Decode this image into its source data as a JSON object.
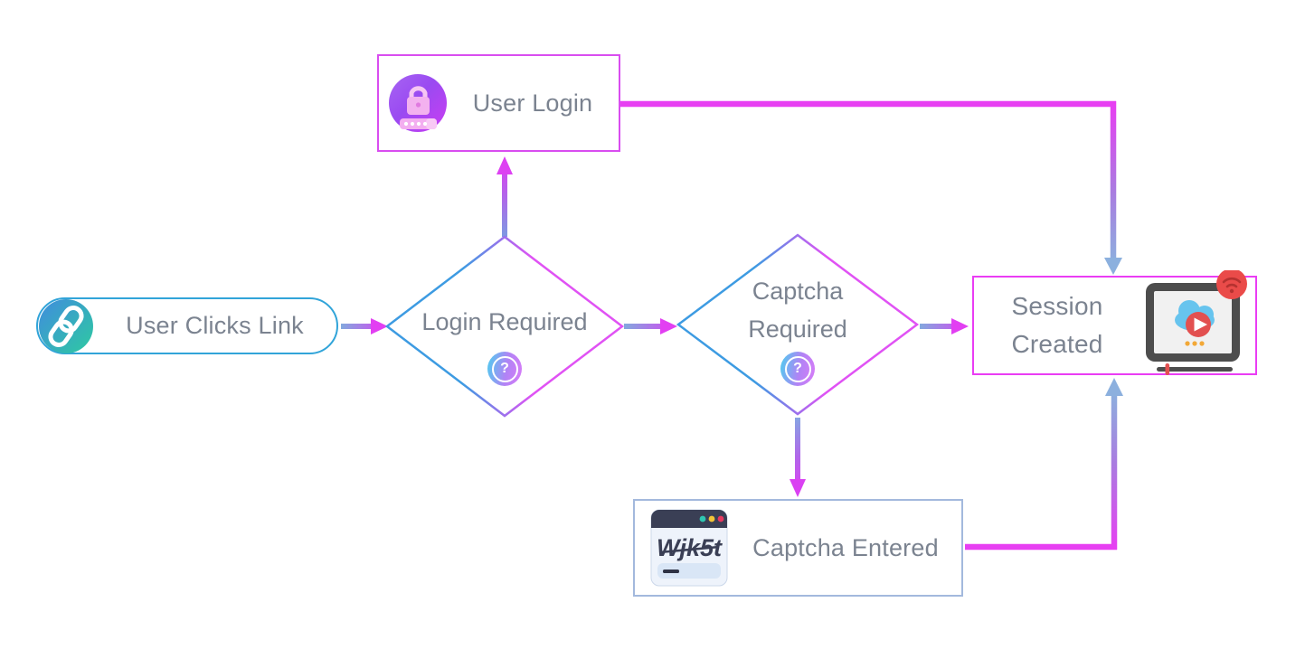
{
  "diagram": {
    "nodes": {
      "user_clicks_link": {
        "label": "User Clicks Link",
        "icon": "link-icon"
      },
      "user_login": {
        "label": "User Login",
        "icon": "lock-password-icon"
      },
      "login_required": {
        "label": "Login Required",
        "icon": "question-icon"
      },
      "captcha_required": {
        "label": "Captcha Required",
        "icon": "question-icon"
      },
      "session_created": {
        "label": "Session Created",
        "icon": "cloud-video-monitor-icon"
      },
      "captcha_entered": {
        "label": "Captcha Entered",
        "icon": "captcha-window-icon",
        "captcha_code": "Wjk5t"
      }
    },
    "icons": {
      "question_glyph": "?"
    },
    "edges": [
      {
        "from": "User Clicks Link",
        "to": "Login Required"
      },
      {
        "from": "Login Required",
        "to": "User Login"
      },
      {
        "from": "Login Required",
        "to": "Captcha Required"
      },
      {
        "from": "Captcha Required",
        "to": "Session Created"
      },
      {
        "from": "Captcha Required",
        "to": "Captcha Entered"
      },
      {
        "from": "User Login",
        "to": "Session Created"
      },
      {
        "from": "Captcha Entered",
        "to": "Session Created"
      }
    ],
    "colors": {
      "arrow_magenta": "#e73ff2",
      "arrow_blue": "#8cb0de",
      "diamond_stroke_blue": "#3d9be2",
      "diamond_stroke_magenta": "#e052f4",
      "pill_border": "#31a4d9",
      "user_login_border": "#d94df0",
      "session_border": "#ea3df4",
      "captcha_border": "#a3b9dd",
      "label_text": "#7b8390"
    }
  }
}
